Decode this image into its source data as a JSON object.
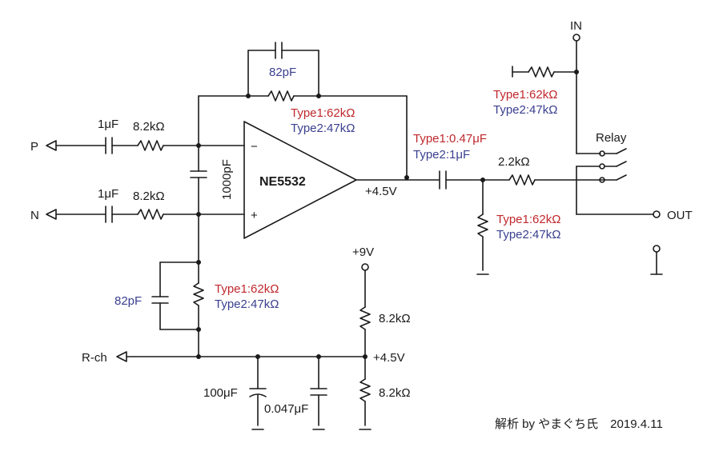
{
  "colors": {
    "ink": "#1a1a1a",
    "type1": "#c0282d",
    "type2": "#3a3f8f"
  },
  "inputs": {
    "p": "P",
    "n": "N",
    "rch": "R-ch",
    "in": "IN",
    "out": "OUT"
  },
  "opamp": {
    "name": "NE5532",
    "minus": "−",
    "plus": "+"
  },
  "labels": {
    "c_in": "1μF",
    "r_in": "8.2kΩ",
    "c_diff": "1000pF",
    "c_fb": "82pF",
    "r_fb_t1": "Type1:62kΩ",
    "r_fb_t2": "Type2:47kΩ",
    "c_gnd": "82pF",
    "r_gnd_t1": "Type1:62kΩ",
    "r_gnd_t2": "Type2:47kΩ",
    "out_bias": "+4.5V",
    "c_out_t1": "Type1:0.47μF",
    "c_out_t2": "Type2:1μF",
    "r_series": "2.2kΩ",
    "r_load_t1": "Type1:62kΩ",
    "r_load_t2": "Type2:47kΩ",
    "r_in_t1": "Type1:62kΩ",
    "r_in_t2": "Type2:47kΩ",
    "relay": "Relay",
    "vcc": "+9V",
    "r_div_top": "8.2kΩ",
    "r_div_bot": "8.2kΩ",
    "bias": "+4.5V",
    "c_bias1": "100μF",
    "c_bias2": "0.047μF"
  },
  "credit": "解析 by やまぐち氏　2019.4.11"
}
